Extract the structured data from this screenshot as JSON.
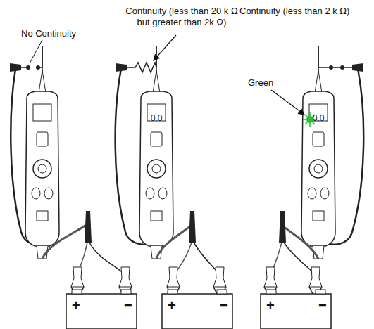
{
  "diagram": {
    "labels": [
      "No Continuity",
      "Continuity (less than 20 k Ω but greater than 2k Ω)",
      "Continuity (less than 2 k Ω)",
      "Green",
      "0.0",
      "0.0",
      "+",
      "−",
      "+",
      "−",
      "+",
      "−"
    ]
  }
}
